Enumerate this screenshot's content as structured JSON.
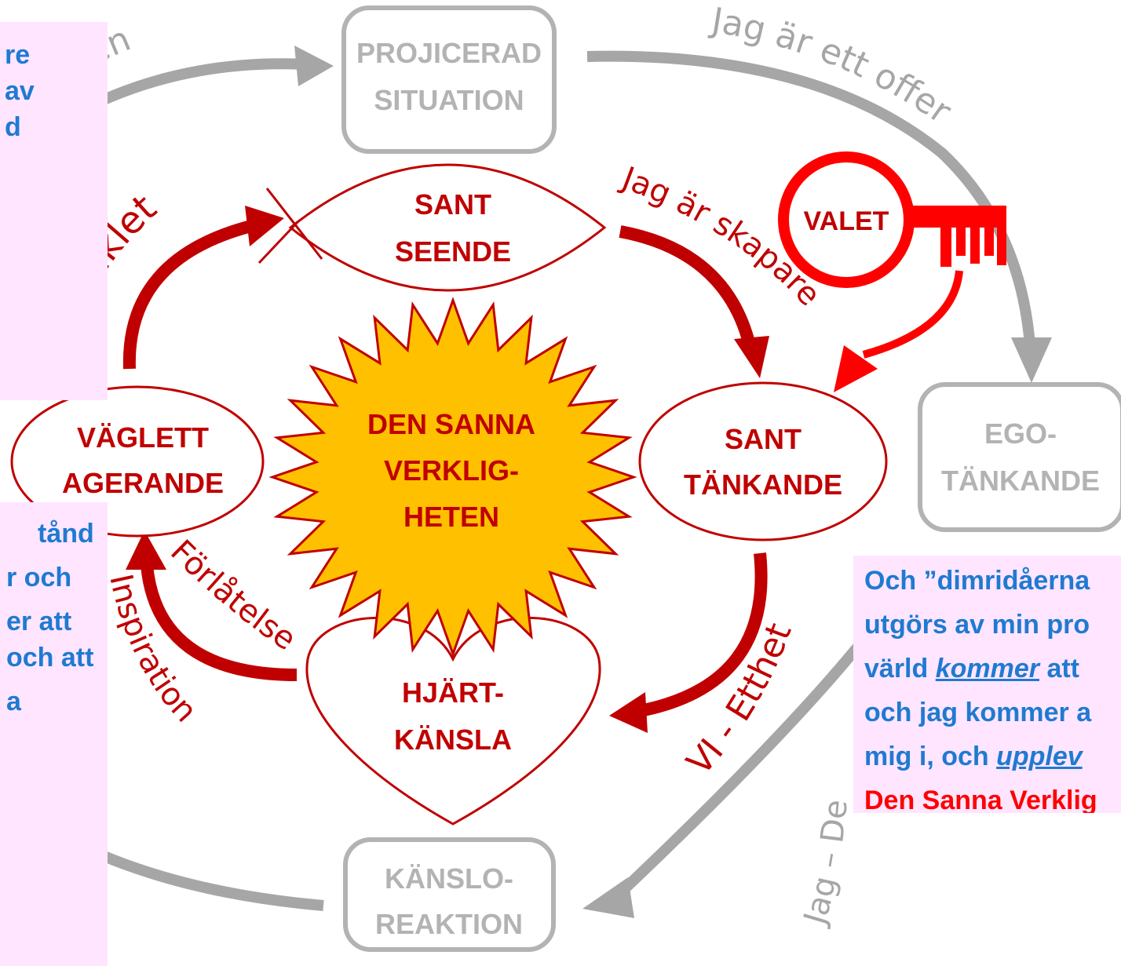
{
  "nodes": {
    "projicerad": [
      "PROJICERAD",
      "SITUATION"
    ],
    "ego": [
      "EGO-",
      "TÄNKANDE"
    ],
    "kanslo": [
      "KÄNSLO-",
      "REAKTION"
    ],
    "sant_seende": [
      "SANT",
      "SEENDE"
    ],
    "sant_tankande": [
      "SANT",
      "TÄNKANDE"
    ],
    "hjartkansla": [
      "HJÄRT-",
      "KÄNSLA"
    ],
    "vaglett": [
      "VÄGLETT",
      "AGERANDE"
    ],
    "center": [
      "DEN SANNA",
      "VERKLIG-",
      "HETEN"
    ],
    "valet": "VALET"
  },
  "arc_labels": {
    "top_left_grey": "en",
    "top_right_grey": "Jag är ett offer",
    "bottom_grey": "Jag – De",
    "skapare": "Jag är skapare",
    "mirakel": "aklet",
    "vi_etthet": "VI - Etthet",
    "forlatelse": "Förlåtelse",
    "inspiration": "Inspiration"
  },
  "notes": {
    "top_left": [
      "re",
      "",
      "av",
      "d"
    ],
    "bottom_left": [
      "tånd",
      "",
      "r och",
      "",
      "er att",
      "och att",
      "",
      "",
      "a"
    ],
    "right": {
      "line1": "Och ”dimridåerna",
      "line2": "utgörs av min pro",
      "line3_a": "värld ",
      "line3_u": "kommer",
      "line3_b": " att",
      "line4": "och jag kommer a",
      "line5_a": "mig i, och ",
      "line5_u": "upplev",
      "line6": "Den Sanna Verklig"
    }
  },
  "colors": {
    "grey": "#a6a6a6",
    "dark_red": "#c00000",
    "red": "#ff0000",
    "sun_fill": "#ffc000",
    "note_bg": "#ffe5ff",
    "note_text": "#1f7ad1"
  }
}
